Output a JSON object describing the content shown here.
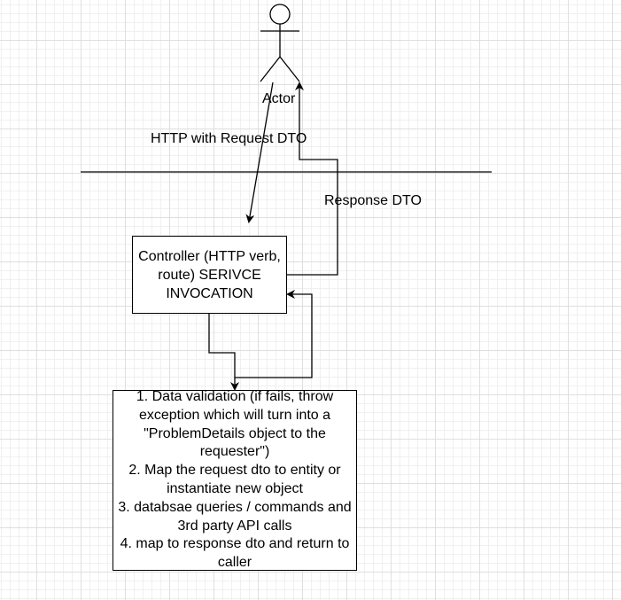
{
  "actor": {
    "label": "Actor"
  },
  "edges": {
    "request_label": "HTTP with Request DTO",
    "response_label": "Response DTO"
  },
  "controller": {
    "text": "Controller (HTTP verb, route) SERIVCE INVOCATION"
  },
  "steps": {
    "items": [
      "1. Data validation (if fails, throw exception which will turn into a \"ProblemDetails object to the requester\")",
      "2. Map the request dto to entity or instantiate new object",
      "3. databsae queries / commands and 3rd party API calls",
      "4. map to response dto and return to caller"
    ]
  },
  "colors": {
    "stroke": "#000000",
    "background": "#ffffff",
    "grid": "#dcdcdc"
  }
}
